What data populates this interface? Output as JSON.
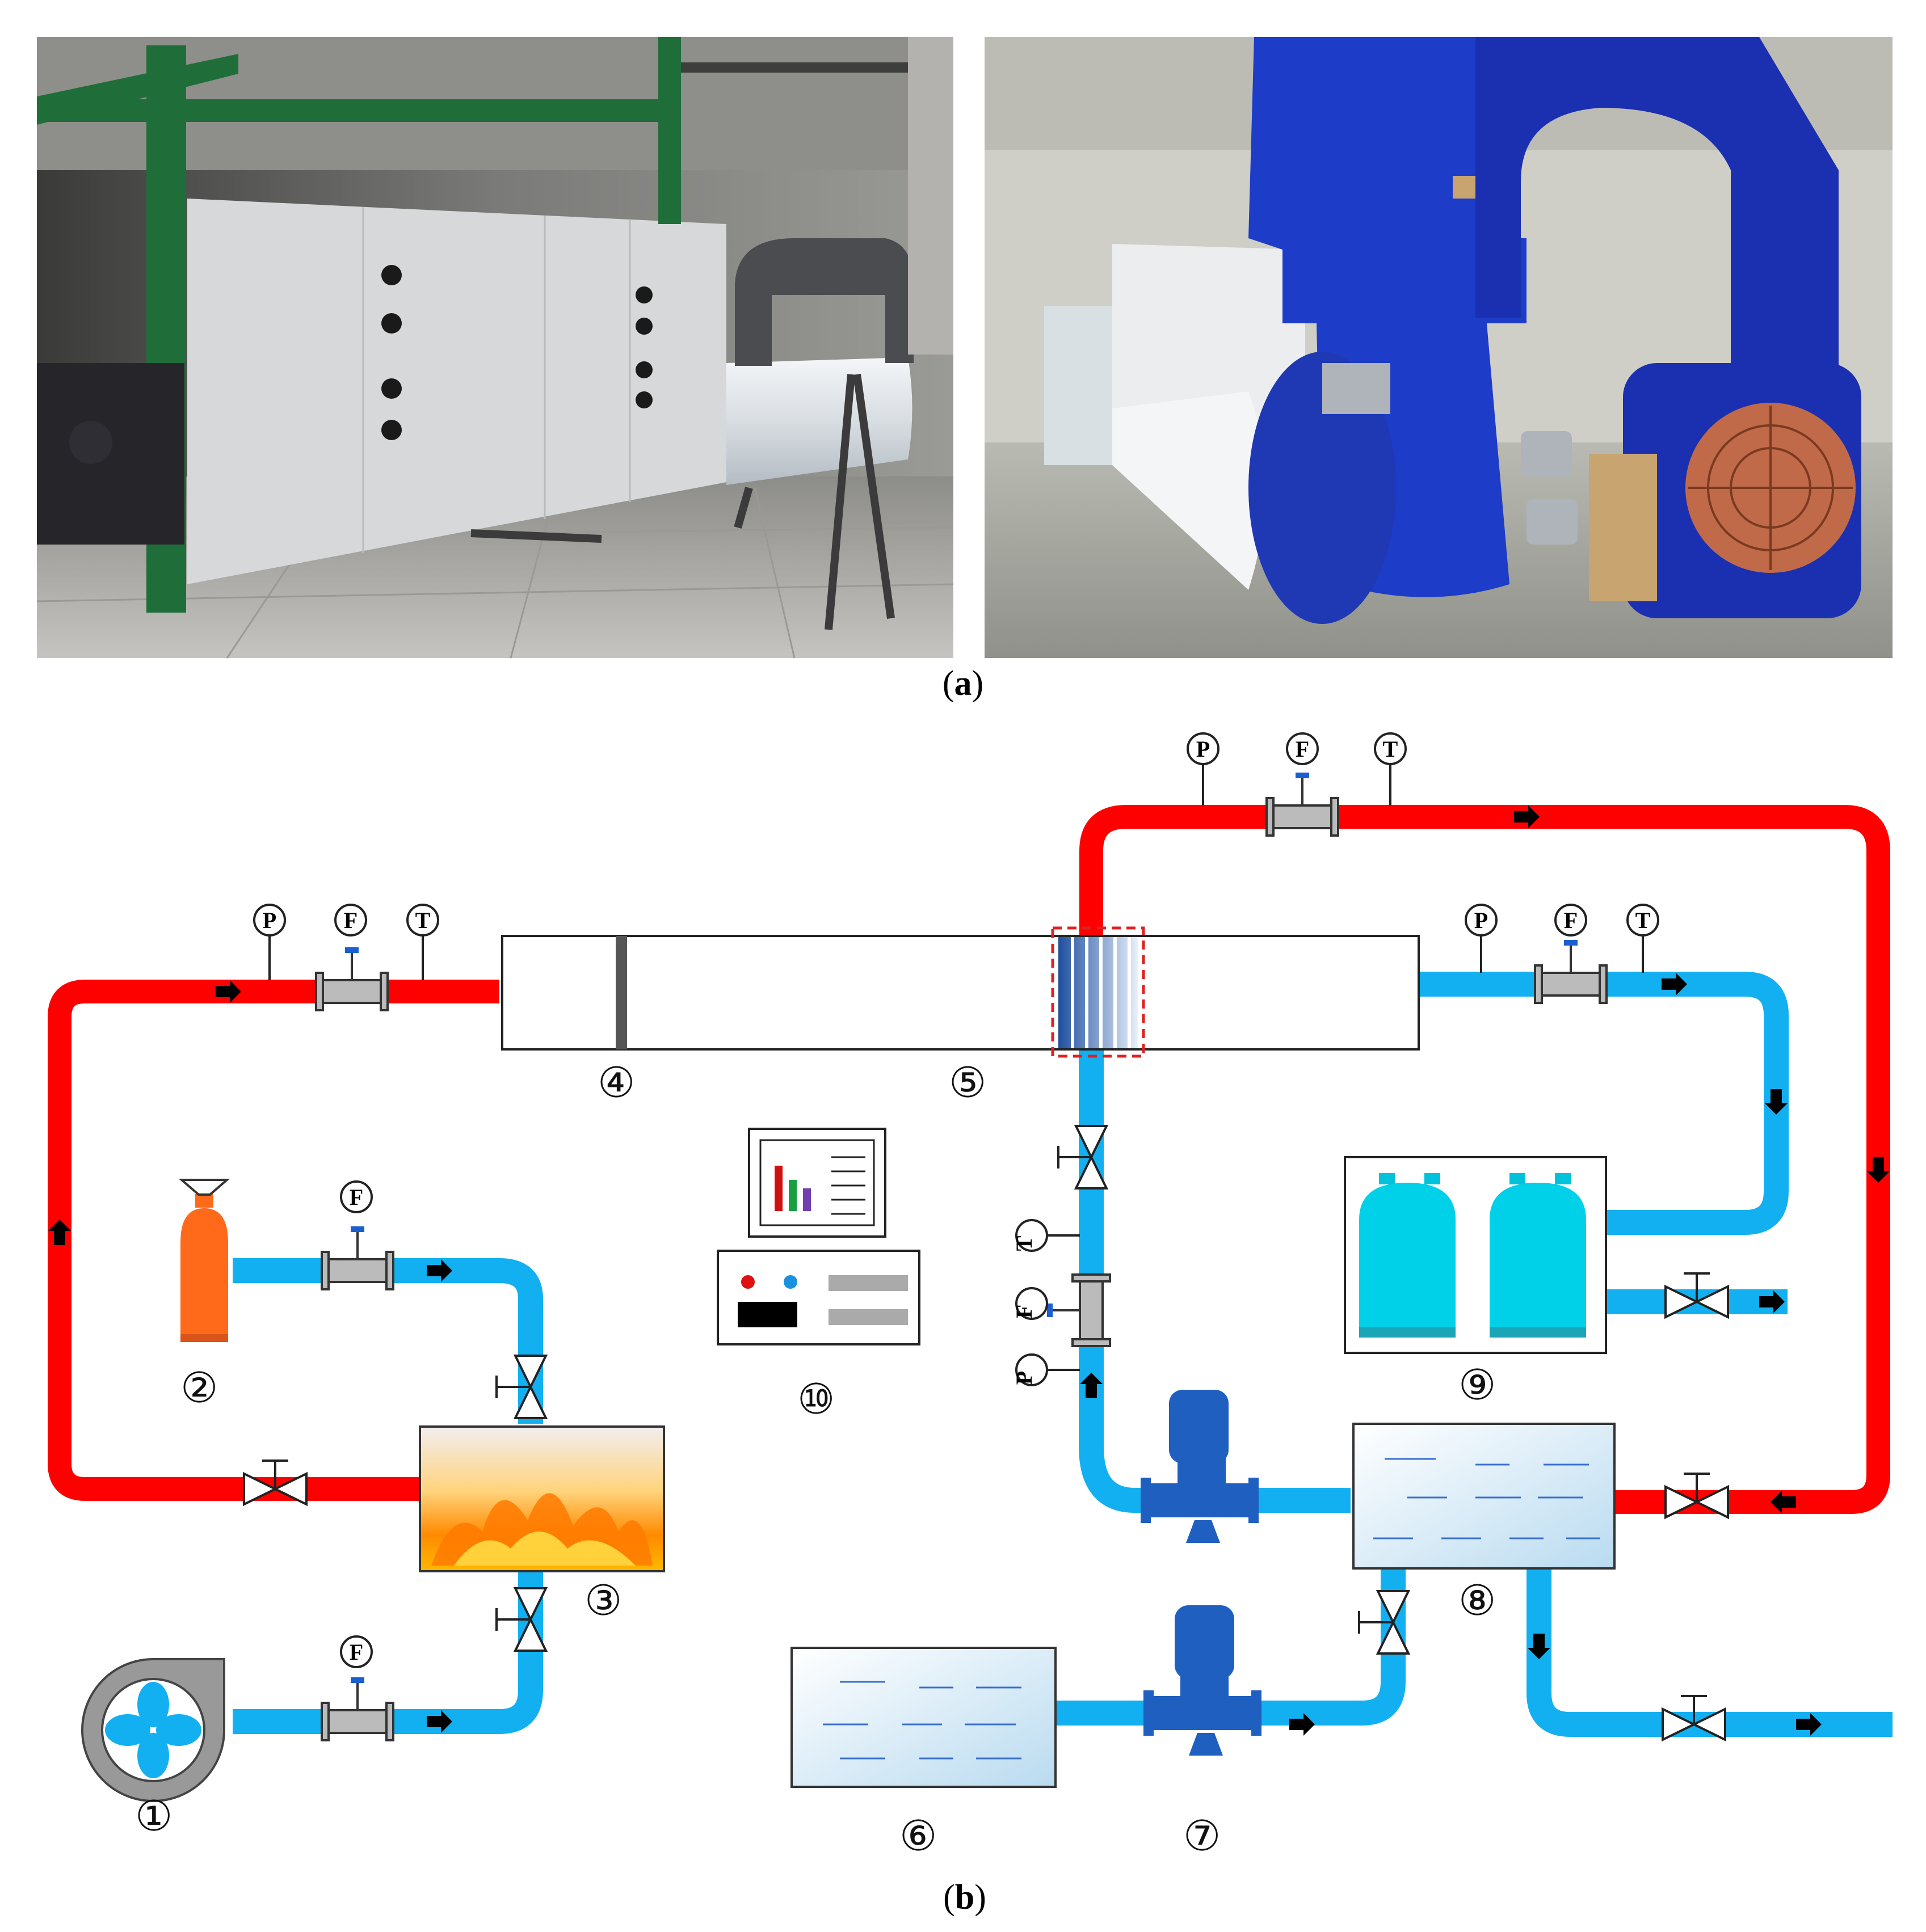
{
  "photo_caption": {
    "open": "(",
    "letter": "a",
    "close": ")"
  },
  "diagram_caption": {
    "open": "(",
    "letter": "b",
    "close": ")"
  },
  "components": [
    {
      "id": "blower",
      "number": "①"
    },
    {
      "id": "gas-cylinder",
      "number": "②"
    },
    {
      "id": "combustor",
      "number": "③"
    },
    {
      "id": "duct-plate",
      "number": "④"
    },
    {
      "id": "duct",
      "number": "⑤"
    },
    {
      "id": "water-tank",
      "number": "⑥"
    },
    {
      "id": "supply-pump",
      "number": "⑦"
    },
    {
      "id": "hot-water-tank",
      "number": "⑧"
    },
    {
      "id": "cylinders",
      "number": "⑨"
    },
    {
      "id": "data-acquisition",
      "number": "⑩"
    }
  ],
  "sensor_letters": {
    "pressure": "P",
    "flow": "F",
    "temperature": "T"
  },
  "colors": {
    "hot_pipe": "#ff0000",
    "cold_pipe": "#12b0f0",
    "pump": "#1f5fc0",
    "cylinder_orange": "#ff6a1a",
    "vessel": "#00d0e8",
    "flame": "#ff8c00"
  }
}
